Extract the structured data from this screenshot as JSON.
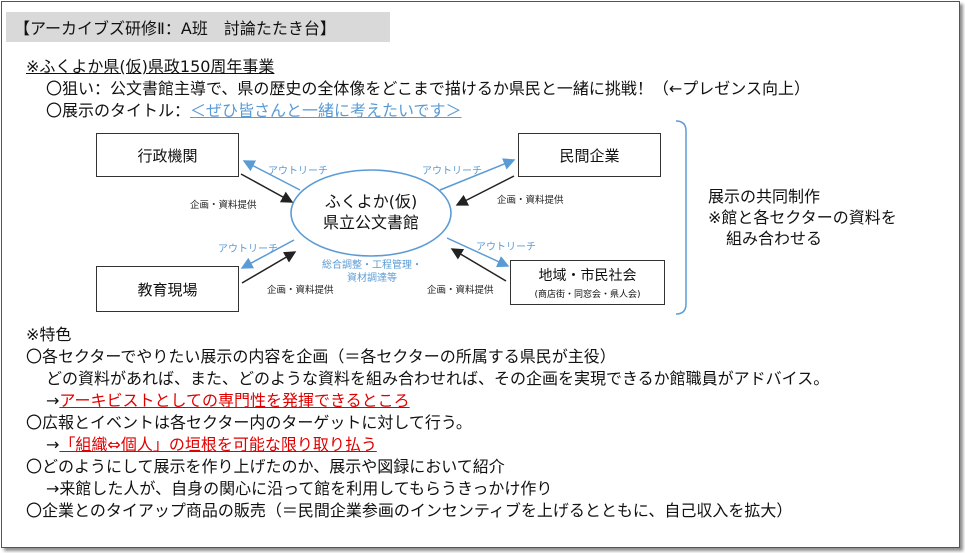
{
  "title": "【アーカイブズ研修Ⅱ：A班　討論たたき台】",
  "project": "※ふくよか県(仮)県政150周年事業",
  "aim": "〇狙い：公文書館主導で、県の歴史の全体像をどこまで描けるか県民と一緒に挑戦！（←プレゼンス向上）",
  "exhibit_title_label": "〇展示のタイトル：",
  "exhibit_title_value": "＜ぜひ皆さんと一緒に考えたいです＞",
  "diagram": {
    "center_line1": "ふくよか(仮)",
    "center_line2": "県立公文書館",
    "center_note_line1": "総合調整・工程管理・",
    "center_note_line2": "資材調達等",
    "box_gov": "行政機関",
    "box_private": "民間企業",
    "box_edu": "教育現場",
    "box_community": "地域・市民社会",
    "box_community_sub": "(商店街・同窓会・県人会)",
    "outreach": "アウトリーチ",
    "provide": "企画・資料提供",
    "side_line1": "展示の共同制作",
    "side_line2": "※館と各セクターの資料を",
    "side_line3": "組み合わせる"
  },
  "features": {
    "header": "※特色",
    "f1": "〇各セクターでやりたい展示の内容を企画（＝各セクターの所属する県民が主役）",
    "f1_sub": "どの資料があれば、また、どのような資料を組み合わせれば、その企画を実現できるか館職員がアドバイス。",
    "f1_arrow": "→",
    "f1_highlight": "アーキビストとしての専門性を発揮できるところ",
    "f2": "〇広報とイベントは各セクター内のターゲットに対して行う。",
    "f2_arrow": "→",
    "f2_highlight": "「組織⇔個人」の垣根を可能な限り取り払う",
    "f3": "〇どのようにして展示を作り上げたのか、展示や図録において紹介",
    "f3_sub": "→来館した人が、自身の関心に沿って館を利用してもらうきっかけ作り",
    "f4": "〇企業とのタイアップ商品の販売（＝民間企業参画のインセンティブを上げるとともに、自己収入を拡大）"
  },
  "colors": {
    "accent_blue": "#5b9bd5",
    "highlight_red": "#e00000",
    "title_bg": "#d9d9d9"
  }
}
